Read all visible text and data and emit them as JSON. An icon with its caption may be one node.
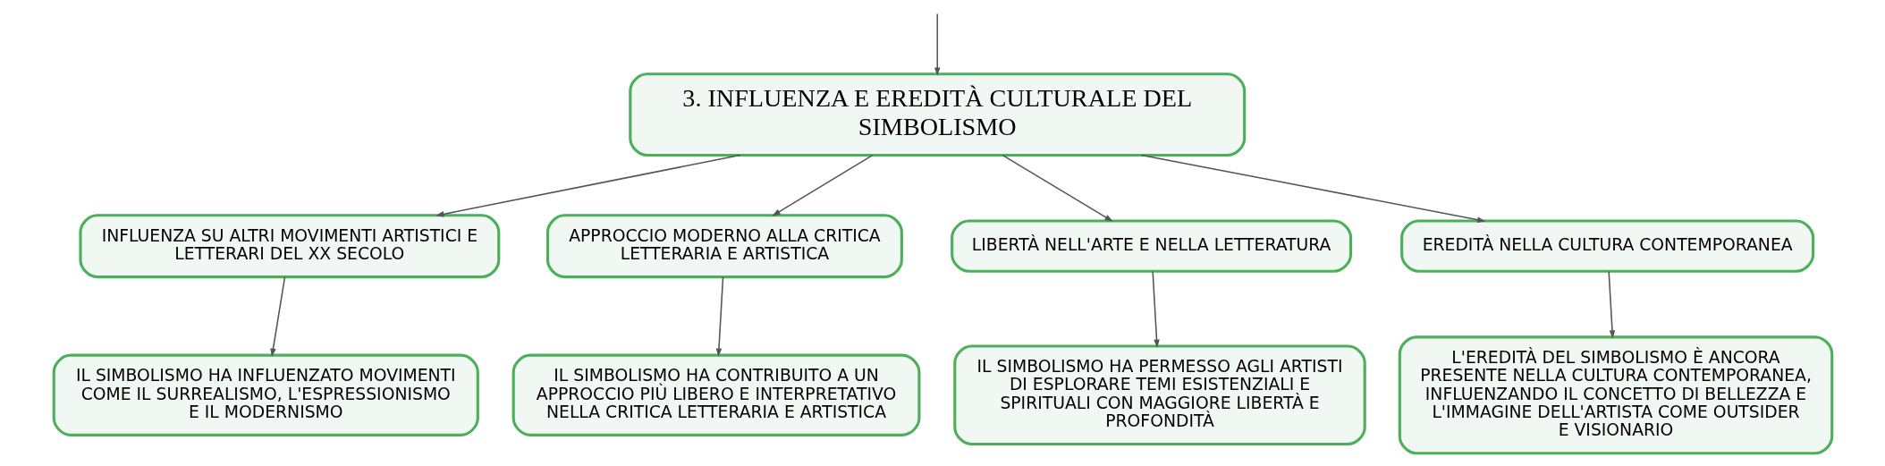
{
  "diagram": {
    "nodes": [
      {
        "text": [
          "3. INFLUENZA E EREDITÀ CULTURALE DEL SIMBOLISMO"
        ]
      },
      {
        "text": [
          "INFLUENZA SU ALTRI MOVIMENTI ARTISTICI E LETTERARI DEL XX SECOLO"
        ]
      },
      {
        "text": [
          "APPROCCIO MODERNO ALLA CRITICA LETTERARIA E ARTISTICA"
        ]
      },
      {
        "text": [
          "LIBERTÀ NELL'ARTE E NELLA LETTERATURA"
        ]
      },
      {
        "text": [
          "EREDITÀ NELLA CULTURA CONTEMPORANEA"
        ]
      },
      {
        "text": [
          "IL SIMBOLISMO HA INFLUENZATO MOVIMENTI COME IL SURREALISMO, L'ESPRESSIONISMO E IL MODERNISMO"
        ]
      },
      {
        "text": [
          "IL SIMBOLISMO HA CONTRIBUITO A UN APPROCCIO PIÙ LIBERO E INTERPRETATIVO NELLA CRITICA LETTERARIA E ARTISTICA"
        ]
      },
      {
        "text": [
          "IL SIMBOLISMO HA PERMESSO AGLI ARTISTI DI ESPLORARE TEMI ESISTENZIALI E SPIRITUALI CON MAGGIORE LIBERTÀ E PROFONDITÀ"
        ]
      },
      {
        "text": [
          "L'EREDITÀ DEL SIMBOLISMO È ANCORA PRESENTE NELLA CULTURA CONTEMPORANEA, INFLUENZANDO IL CONCETTO DI BELLEZZA E L'IMMAGINE DELL'ARTISTA COME OUTSIDER E VISIONARIO"
        ]
      }
    ],
    "edges": [
      {
        "from": null,
        "to": 0,
        "arrow": "to"
      },
      {
        "from": 0,
        "to": 1,
        "arrow": "to"
      },
      {
        "from": 0,
        "to": 2,
        "arrow": "to"
      },
      {
        "from": 0,
        "to": 3,
        "arrow": "to"
      },
      {
        "from": 0,
        "to": 4,
        "arrow": "to"
      },
      {
        "from": 1,
        "to": 5,
        "arrow": "to"
      },
      {
        "from": 2,
        "to": 6,
        "arrow": "to"
      },
      {
        "from": 3,
        "to": 7,
        "arrow": "to"
      },
      {
        "from": 4,
        "to": 8,
        "arrow": "to"
      }
    ]
  }
}
